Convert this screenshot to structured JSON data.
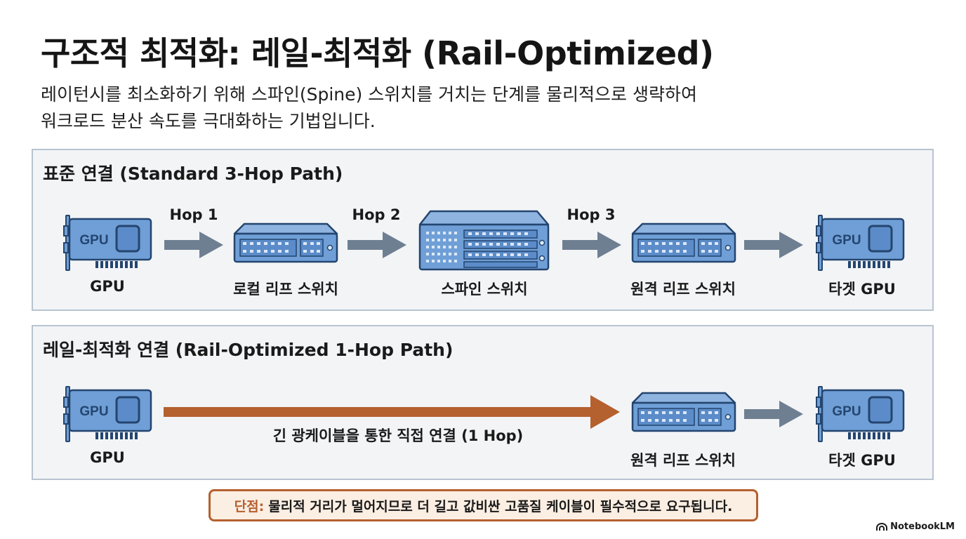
{
  "title": "구조적 최적화: 레일-최적화 (Rail-Optimized)",
  "subtitle": {
    "line1": "레이턴시를 최소화하기 위해 스파인(Spine) 스위치를 거치는 단계를 물리적으로 생략하여",
    "line2": "워크로드 분산 속도를 극대화하는 기법입니다."
  },
  "standard": {
    "title": "표준 연결 (Standard 3-Hop Path)",
    "nodes": [
      {
        "label": "GPU",
        "icon": "gpu-card-icon",
        "icon_text": "GPU"
      },
      {
        "label": "로컬 리프 스위치",
        "icon": "leaf-switch-icon"
      },
      {
        "label": "스파인 스위치",
        "icon": "spine-switch-icon"
      },
      {
        "label": "원격 리프 스위치",
        "icon": "leaf-switch-icon"
      },
      {
        "label": "타겟 GPU",
        "icon": "gpu-card-icon",
        "icon_text": "GPU"
      }
    ],
    "hops": [
      "Hop 1",
      "Hop 2",
      "Hop 3"
    ]
  },
  "rail": {
    "title": "레일-최적화 연결 (Rail-Optimized 1-Hop Path)",
    "nodes": [
      {
        "label": "GPU",
        "icon": "gpu-card-icon",
        "icon_text": "GPU"
      },
      {
        "label": "원격 리프 스위치",
        "icon": "leaf-switch-icon"
      },
      {
        "label": "타겟 GPU",
        "icon": "gpu-card-icon",
        "icon_text": "GPU"
      }
    ],
    "direct_link_label": "긴 광케이블을 통한 직접 연결 (1 Hop)"
  },
  "note": {
    "prefix": "단점:",
    "text": "물리적 거리가 멀어지므로 더 길고 값비싼 고품질 케이블이 필수적으로 요구됩니다."
  },
  "brand": "NotebookLM",
  "colors": {
    "device_fill": "#6f9fd6",
    "device_stroke": "#24456f",
    "arrow_gray": "#6f7f92",
    "direct_arrow": "#b5602f",
    "note_border": "#b5602f",
    "note_bg": "#fbeee2",
    "panel_bg": "#f2f4f6",
    "panel_border": "#b8c4d0"
  }
}
